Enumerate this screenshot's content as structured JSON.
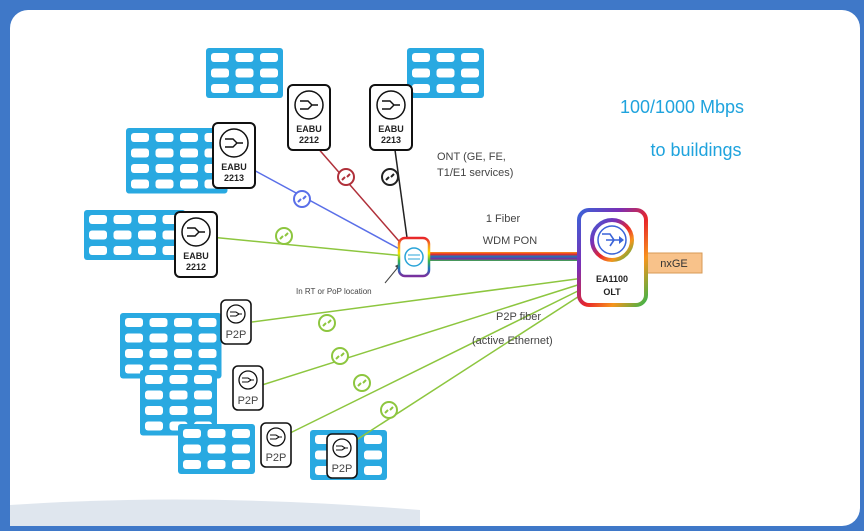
{
  "headline": {
    "line1": "100/1000 Mbps",
    "line2": "to buildings"
  },
  "ont_note": {
    "line1": "ONT (GE, FE,",
    "line2": "T1/E1 services)"
  },
  "fiber_note": {
    "line1": "1 Fiber",
    "line2": "WDM PON"
  },
  "splitter_note": "In RT or PoP location",
  "p2p_note": {
    "line1": "P2P fiber",
    "line2": "(active Ethernet)"
  },
  "uplink_label": "nxGE",
  "olt": {
    "line1": "EA1100",
    "line2": "OLT"
  },
  "onts": [
    {
      "name": "EABU",
      "model": "2212"
    },
    {
      "name": "EABU",
      "model": "2213"
    },
    {
      "name": "EABU",
      "model": "2213"
    },
    {
      "name": "EABU",
      "model": "2212"
    }
  ],
  "p2p_label": "P2P",
  "colors": {
    "background_frame": "#3f78c8",
    "building": "#29a9e1",
    "headline": "#1fa3dd",
    "p2p_line": "#8dc63f",
    "uplink_box": "#f8c28a",
    "link_blue": "#5a6fe8",
    "link_red": "#b0303a",
    "link_black": "#222222"
  }
}
